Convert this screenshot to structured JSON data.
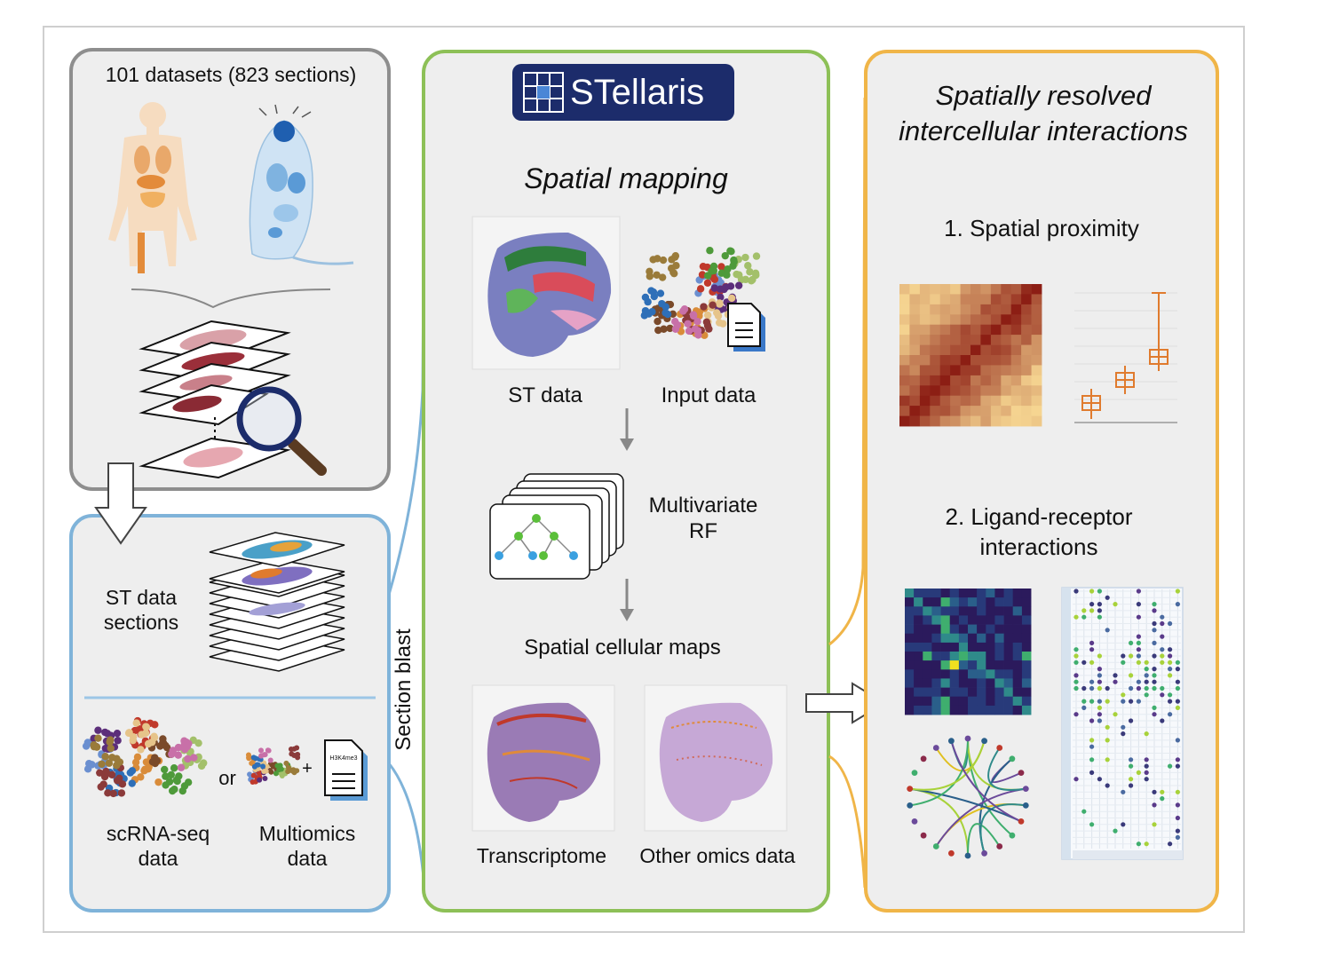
{
  "left_top": {
    "datasets_label": "101 datasets (823 sections)"
  },
  "left_bottom": {
    "st_sections_line1": "ST data",
    "st_sections_line2": "sections",
    "scrna_line1": "scRNA-seq",
    "scrna_line2": "data",
    "or_label": "or",
    "plus_label": "+",
    "doc_tag": "H3K4me3",
    "multiomics_line1": "Multiomics",
    "multiomics_line2": "data"
  },
  "section_blast_label": "Section blast",
  "middle": {
    "logo_text": "STellaris",
    "title": "Spatial mapping",
    "st_data_label": "ST data",
    "input_data_label": "Input data",
    "rf_line1": "Multivariate",
    "rf_line2": "RF",
    "maps_label": "Spatial cellular maps",
    "transcriptome_label": "Transcriptome",
    "other_omics_label": "Other omics data"
  },
  "right": {
    "title_line1": "Spatially resolved",
    "title_line2": "intercellular interactions",
    "proximity_label": "1. Spatial proximity",
    "lr_line1": "2. Ligand-receptor",
    "lr_line2": "interactions"
  },
  "colors": {
    "gray_border": "#8e8e8e",
    "blue_border": "#7fb3d9",
    "green_border": "#8dc057",
    "orange_border": "#f0b548",
    "panel_bg": "#eeeeee",
    "logo_bg": "#1c2c6b",
    "arrow_gray": "#888888"
  }
}
